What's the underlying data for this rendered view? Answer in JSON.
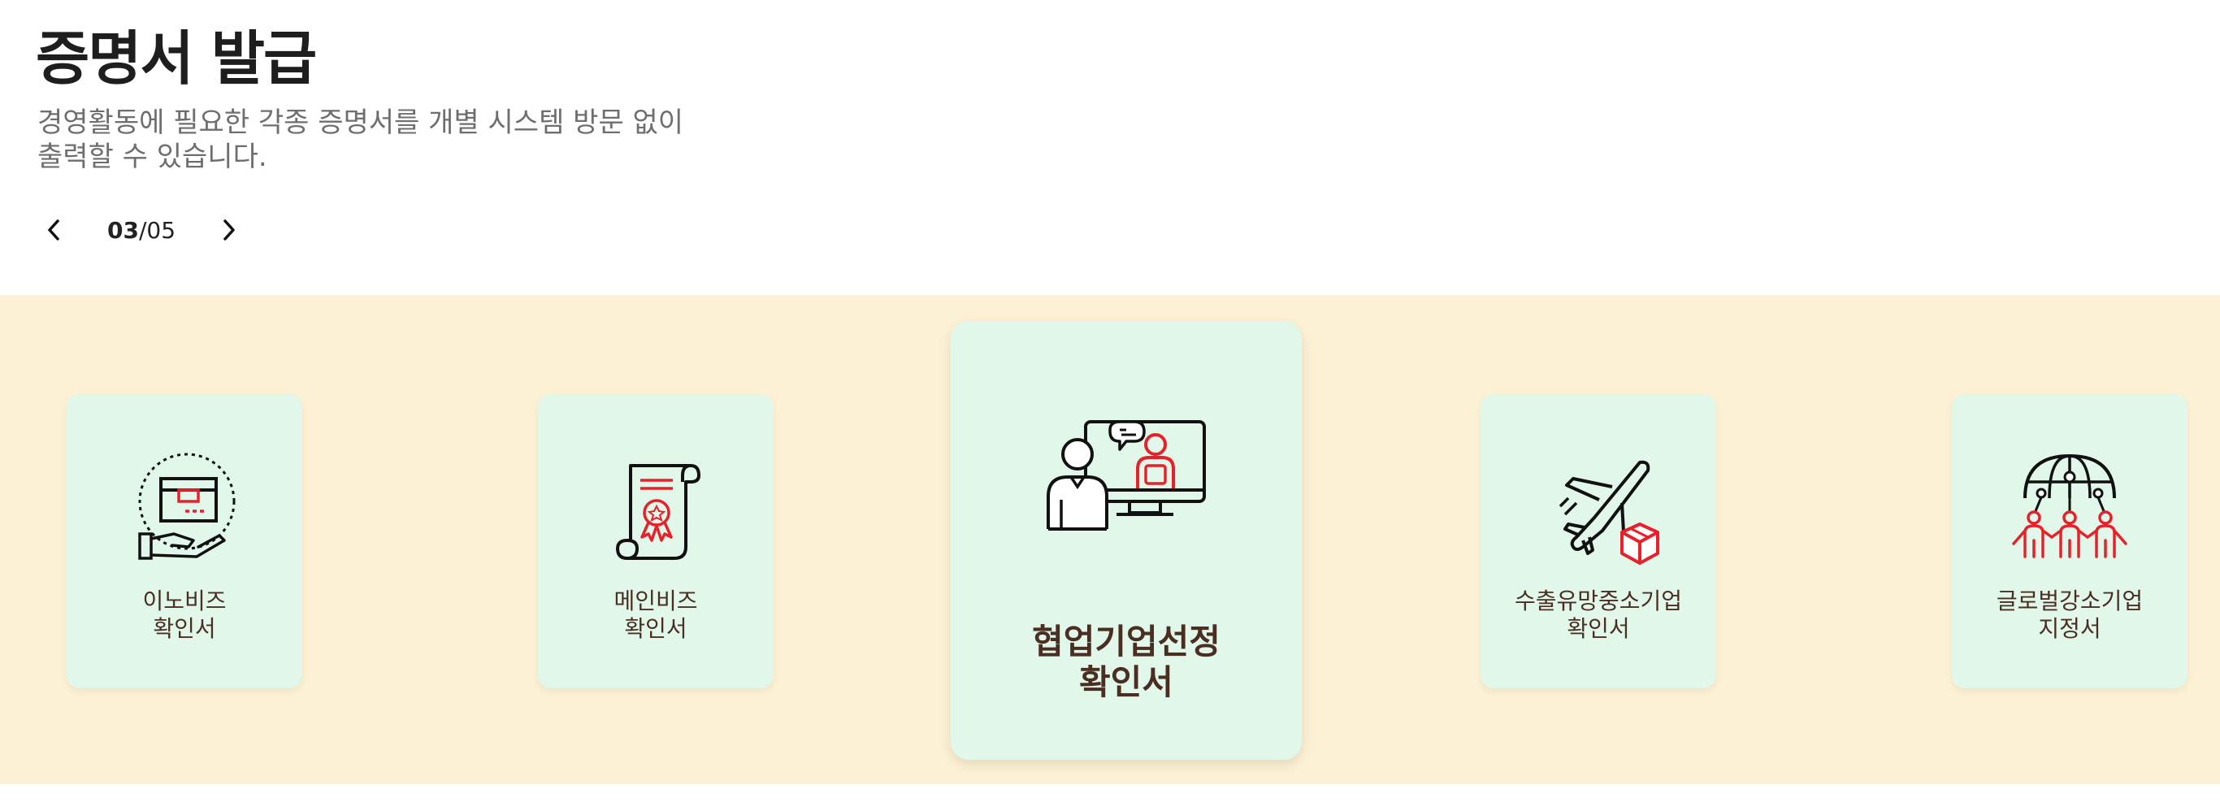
{
  "header": {
    "title": "증명서 발급",
    "description_line1": "경영활동에 필요한 각종 증명서를 개별 시스템 방문 없이",
    "description_line2": "출력할 수 있습니다."
  },
  "pager": {
    "current": "03",
    "separator": "/",
    "total": "05"
  },
  "cards": [
    {
      "line1": "이노비즈",
      "line2": "확인서",
      "icon": "box-in-hand-icon"
    },
    {
      "line1": "메인비즈",
      "line2": "확인서",
      "icon": "certificate-scroll-icon"
    },
    {
      "line1": "협업기업선정",
      "line2": "확인서",
      "icon": "video-conference-icon",
      "active": true
    },
    {
      "line1": "수출유망중소기업",
      "line2": "확인서",
      "icon": "airplane-cargo-icon"
    },
    {
      "line1": "글로벌강소기업",
      "line2": "지정서",
      "icon": "global-network-people-icon"
    }
  ],
  "colors": {
    "band": "#fcf1d4",
    "card": "#e0f7ea",
    "accent": "#e8202a",
    "label": "#4b2e22"
  }
}
